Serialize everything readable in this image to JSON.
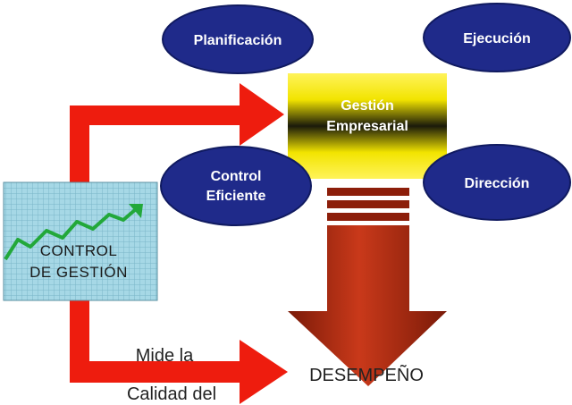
{
  "diagram": {
    "nodes": {
      "planificacion": "Planificación",
      "ejecucion": "Ejecución",
      "gestion_line1": "Gestión",
      "gestion_line2": "Empresarial",
      "control_eficiente_line1": "Control",
      "control_eficiente_line2": "Eficiente",
      "direccion": "Dirección",
      "control_gestion_line1": "CONTROL",
      "control_gestion_line2": "DE GESTIÓN"
    },
    "labels": {
      "mide_line1": "Mide la",
      "mide_line2": "Calidad del",
      "desempeno": "DESEMPEÑO"
    },
    "colors": {
      "ellipse": "#1f2a8a",
      "gestion_box": "#f2e400",
      "red_arrow": "#ee1c0e",
      "dark_arrow": "#8c1e0a",
      "cg_panel": "#9fd6e4",
      "chart_line": "#22a83a"
    }
  }
}
